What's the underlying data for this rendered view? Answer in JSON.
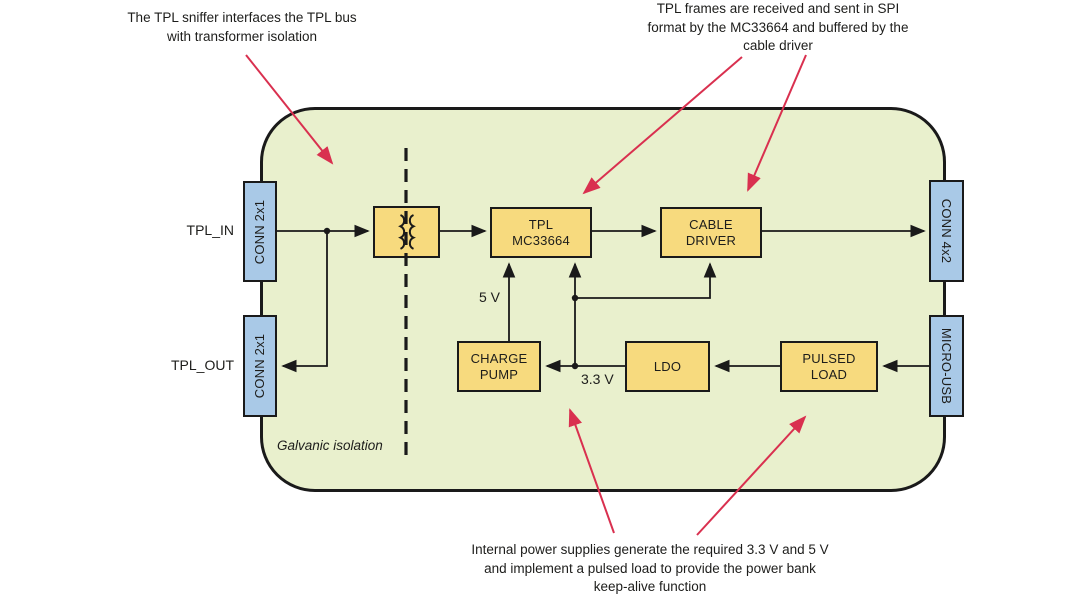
{
  "annotations": {
    "top_left": {
      "lines": [
        "The TPL sniffer interfaces the TPL bus",
        "with transformer isolation"
      ]
    },
    "top_right": {
      "lines": [
        "TPL frames are received and sent in SPI",
        "format by the MC33664 and buffered by the",
        "cable driver"
      ]
    },
    "bottom": {
      "lines": [
        "Internal power supplies generate the required 3.3 V and 5 V",
        "and implement a pulsed load to provide the power bank",
        "keep-alive function"
      ]
    }
  },
  "labels": {
    "tpl_in": "TPL_IN",
    "tpl_out": "TPL_OUT",
    "five_v": "5 V",
    "three_v3": "3.3 V",
    "galvanic_isolation": "Galvanic isolation"
  },
  "blocks": {
    "conn_in": {
      "label": "CONN 2x1"
    },
    "conn_out": {
      "label": "CONN 2x1"
    },
    "transformer": {
      "name": "isolation-transformer"
    },
    "tpl": {
      "line1": "TPL",
      "line2": "MC33664"
    },
    "cable_driver": {
      "line1": "CABLE",
      "line2": "DRIVER"
    },
    "charge_pump": {
      "line1": "CHARGE",
      "line2": "PUMP"
    },
    "ldo": {
      "label": "LDO"
    },
    "pulsed_load": {
      "line1": "PULSED",
      "line2": "LOAD"
    },
    "conn_4x2": {
      "label": "CONN 4x2"
    },
    "micro_usb": {
      "label": "MICRO-USB"
    }
  },
  "colors": {
    "background": "#ffffff",
    "board_fill": "#e9f0cd",
    "block_yellow": "#f7da7e",
    "block_blue": "#a9c9e7",
    "line_black": "#1a1a1a",
    "annotation_red": "#d9304f",
    "text": "#1d1d1b"
  }
}
